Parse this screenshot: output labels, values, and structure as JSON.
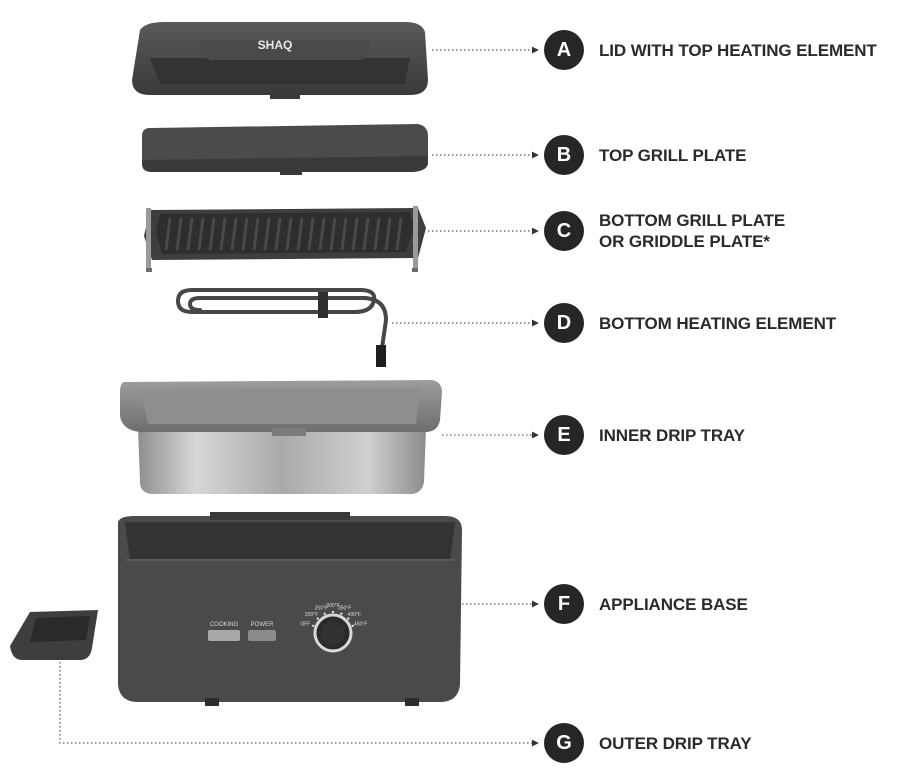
{
  "diagram": {
    "lid_brand_text": "SHAQ",
    "control_panel": {
      "cooking_label": "COOKING",
      "power_label": "POWER",
      "dial_marks": [
        "OFF",
        "200°F",
        "250°F",
        "300°F",
        "350°F",
        "400°F",
        "450°F"
      ]
    },
    "callouts": [
      {
        "letter": "A",
        "lines": [
          "LID WITH TOP HEATING ELEMENT"
        ]
      },
      {
        "letter": "B",
        "lines": [
          "TOP GRILL PLATE"
        ]
      },
      {
        "letter": "C",
        "lines": [
          "BOTTOM GRILL PLATE",
          "OR GRIDDLE PLATE*"
        ]
      },
      {
        "letter": "D",
        "lines": [
          "BOTTOM HEATING ELEMENT"
        ]
      },
      {
        "letter": "E",
        "lines": [
          "INNER DRIP TRAY"
        ]
      },
      {
        "letter": "F",
        "lines": [
          "APPLIANCE BASE"
        ]
      },
      {
        "letter": "G",
        "lines": [
          "OUTER DRIP TRAY"
        ]
      }
    ],
    "colors": {
      "body_dark": "#444446",
      "body_mid": "#555557",
      "stainless": "#b8b9bb",
      "badge": "#262626",
      "text": "#2a2a2a"
    }
  }
}
